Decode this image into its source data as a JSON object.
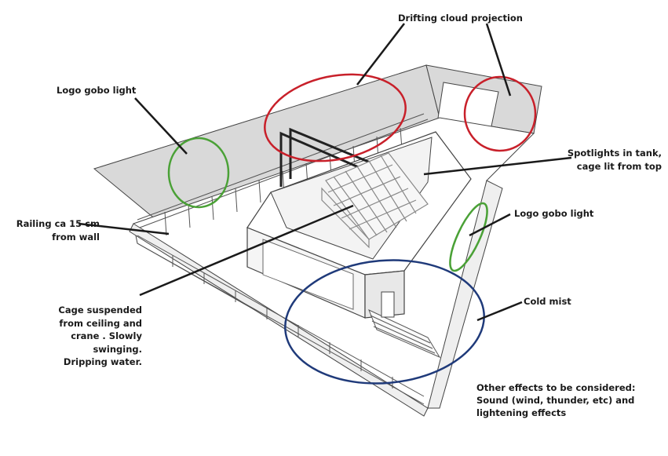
{
  "labels": {
    "drifting_cloud": "Drifting cloud projection",
    "logo_gobo_left": "Logo gobo light",
    "spotlights_line1": "Spotlights in tank,",
    "spotlights_line2": "cage lit from top",
    "logo_gobo_right": "Logo gobo light",
    "railing_line1": "Railing ca 15 cm",
    "railing_line2": "from wall",
    "cage_line1": "Cage suspended",
    "cage_line2": "from ceiling and",
    "cage_line3": "crane    . Slowly",
    "cage_line4": "swinging.",
    "cage_line5": "Dripping water.",
    "cold_mist": "Cold mist",
    "other_line1": "Other effects to be considered:",
    "other_line2": "Sound (wind, thunder, etc) and",
    "other_line3": "lightening effects"
  },
  "colors": {
    "cloud_marker": "#c8202a",
    "gobo_marker": "#4aa136",
    "mist_marker": "#1f3a7a",
    "leader_line": "#1a1a1a",
    "wall_fill": "#d9d9d9"
  }
}
